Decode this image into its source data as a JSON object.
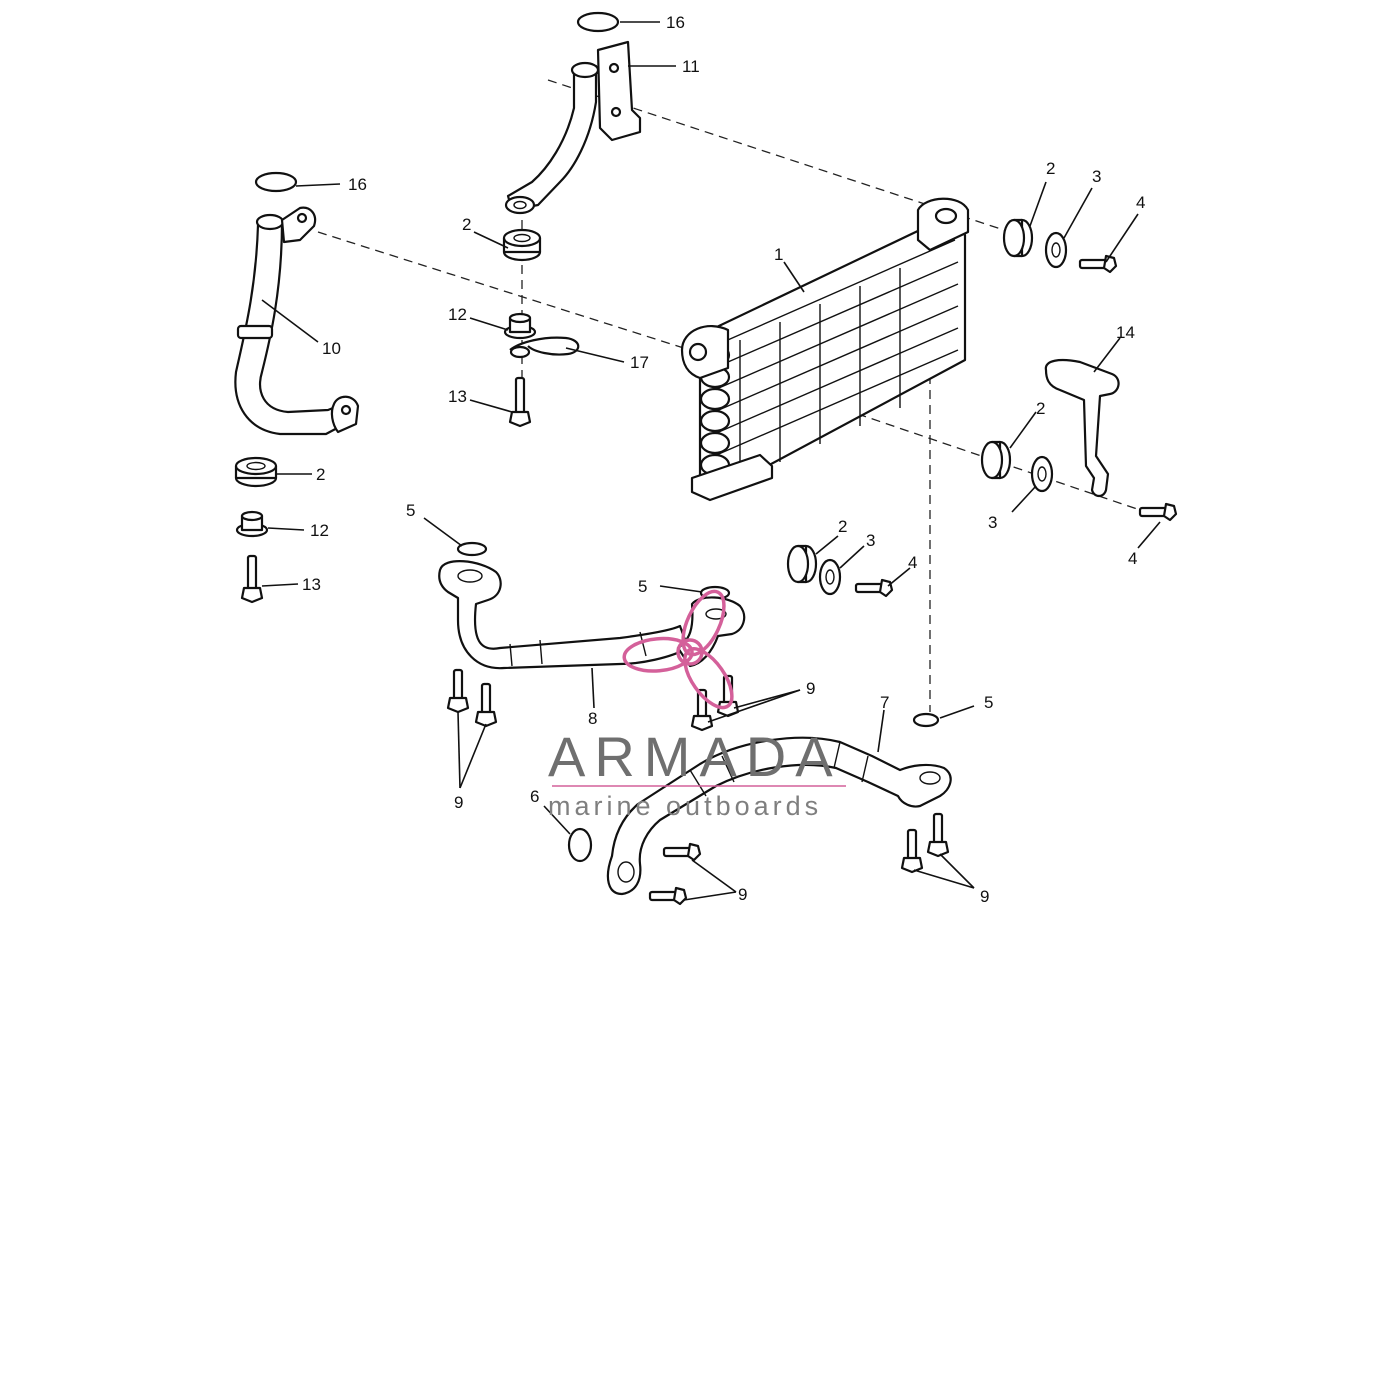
{
  "diagram": {
    "labels": {
      "p1": "1",
      "p2a": "2",
      "p2b": "2",
      "p2c": "2",
      "p2d": "2",
      "p2e": "2",
      "p3a": "3",
      "p3b": "3",
      "p3c": "3",
      "p4a": "4",
      "p4b": "4",
      "p4c": "4",
      "p5a": "5",
      "p5b": "5",
      "p5c": "5",
      "p6": "6",
      "p7": "7",
      "p8": "8",
      "p9a": "9",
      "p9b": "9",
      "p9c": "9",
      "p9d": "9",
      "p10": "10",
      "p11": "11",
      "p12a": "12",
      "p12b": "12",
      "p13a": "13",
      "p13b": "13",
      "p14": "14",
      "p16a": "16",
      "p16b": "16",
      "p17": "17"
    }
  },
  "watermark": {
    "title": "ARMADA",
    "subtitle": "marine outboards",
    "accent_color": "#d4609a"
  }
}
